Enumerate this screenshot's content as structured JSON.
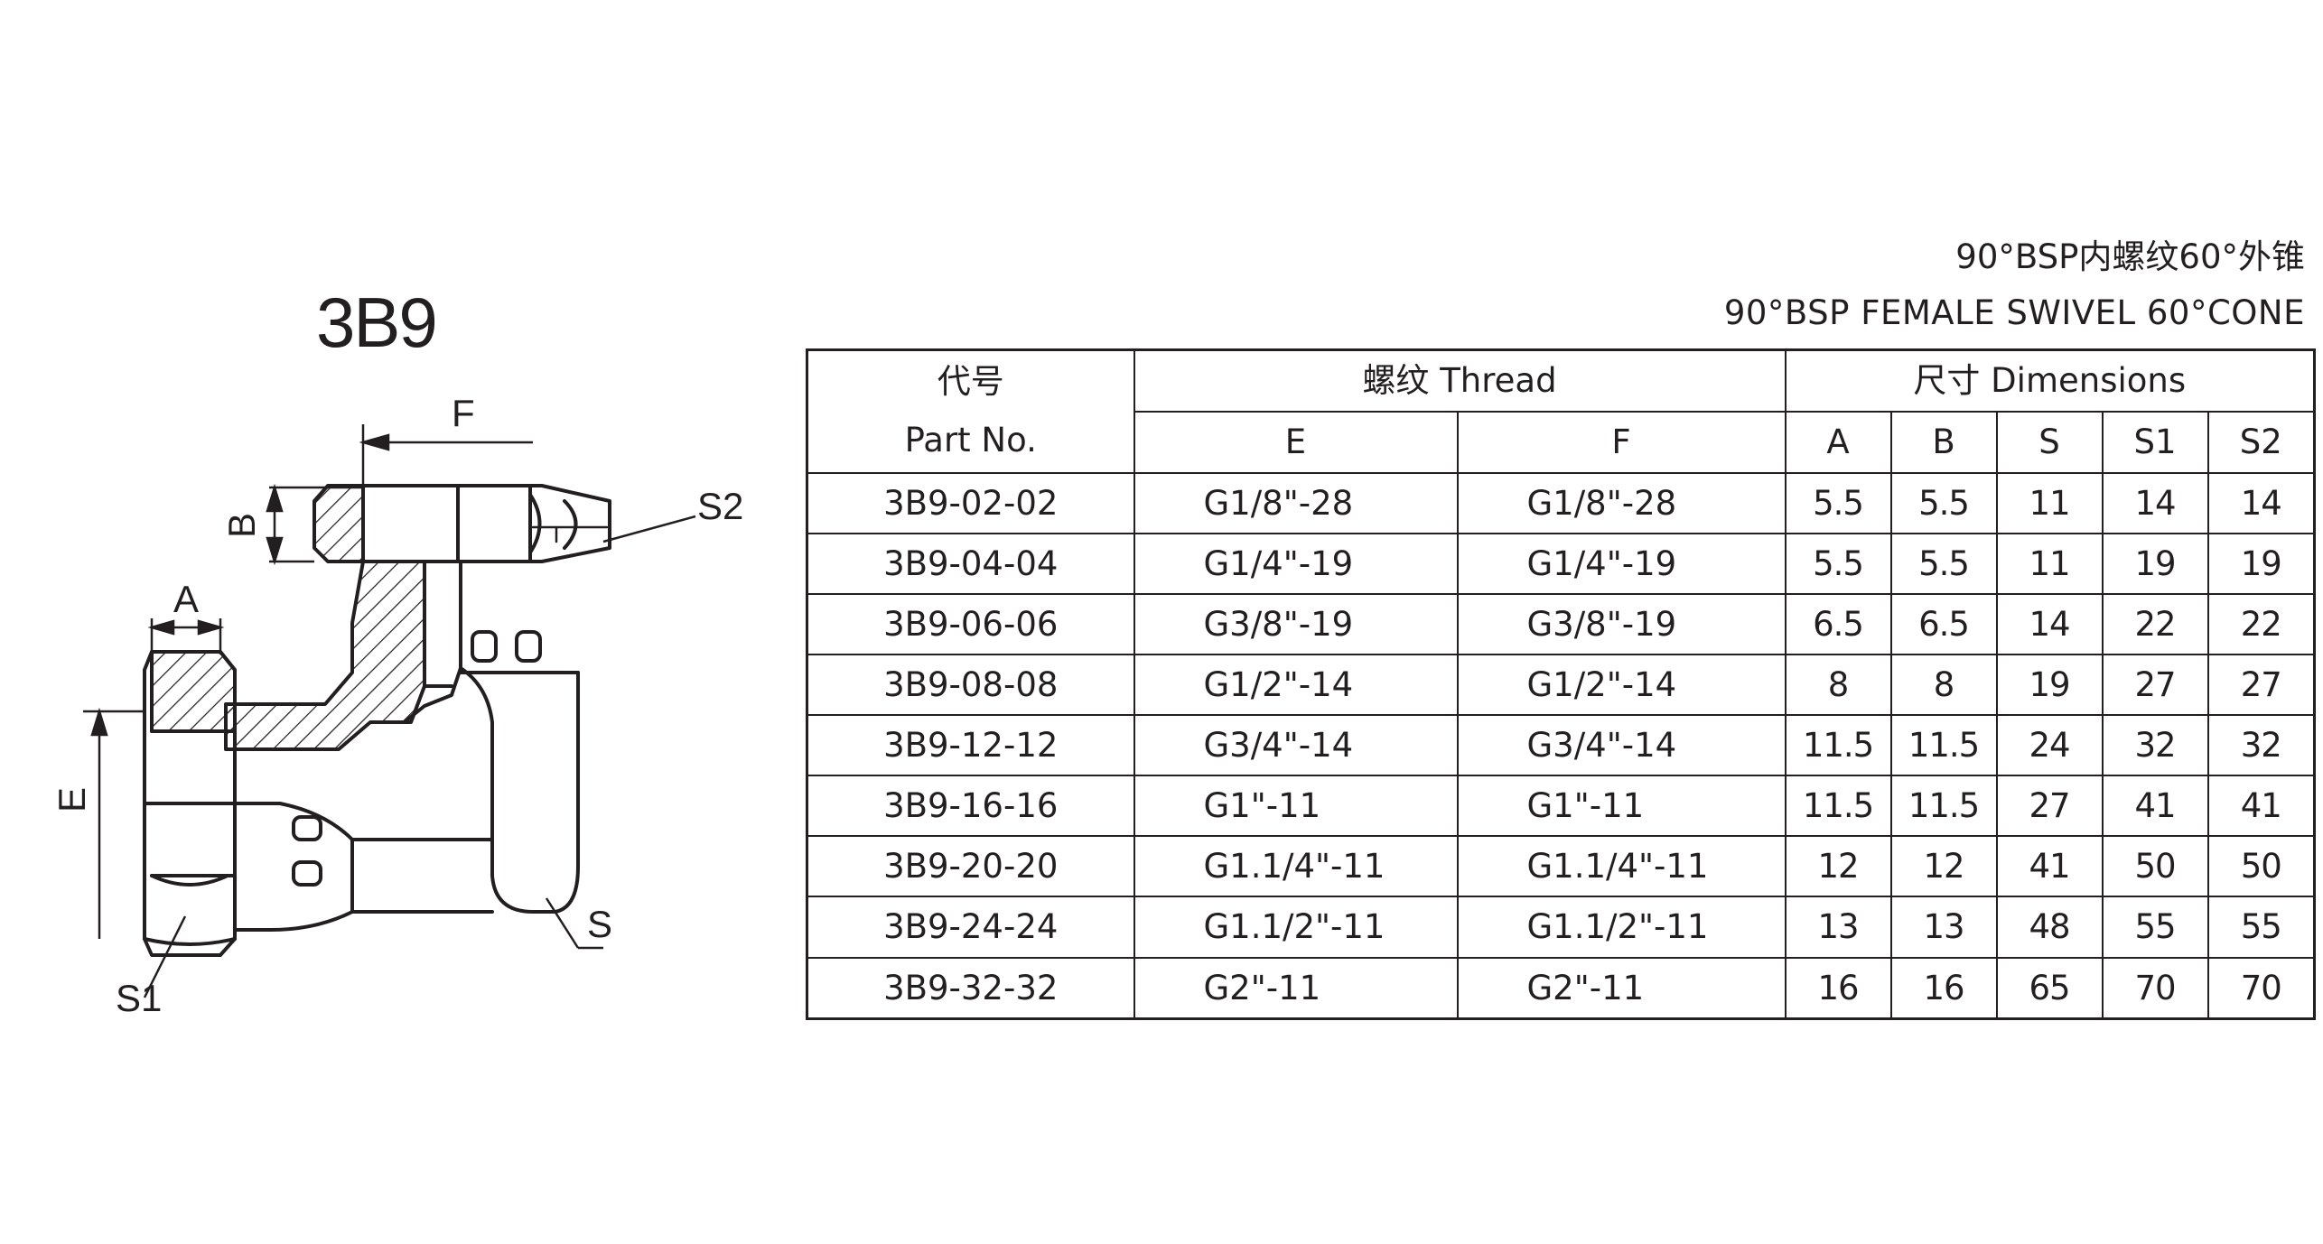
{
  "model": "3B9",
  "title_cn": "90°BSP内螺纹60°外锥",
  "title_en": "90°BSP FEMALE SWIVEL 60°CONE",
  "drawing_labels": {
    "F": "F",
    "B": "B",
    "S2": "S2",
    "A": "A",
    "E": "E",
    "S": "S",
    "S1": "S1"
  },
  "table": {
    "part_header_cn": "代号",
    "part_header_en": "Part No.",
    "thread_header": "螺纹 Thread",
    "dimensions_header": "尺寸 Dimensions",
    "thread_cols": [
      "E",
      "F"
    ],
    "dim_cols": [
      "A",
      "B",
      "S",
      "S1",
      "S2"
    ],
    "rows": [
      [
        "3B9-02-02",
        "G1/8\"-28",
        "G1/8\"-28",
        "5.5",
        "5.5",
        "11",
        "14",
        "14"
      ],
      [
        "3B9-04-04",
        "G1/4\"-19",
        "G1/4\"-19",
        "5.5",
        "5.5",
        "11",
        "19",
        "19"
      ],
      [
        "3B9-06-06",
        "G3/8\"-19",
        "G3/8\"-19",
        "6.5",
        "6.5",
        "14",
        "22",
        "22"
      ],
      [
        "3B9-08-08",
        "G1/2\"-14",
        "G1/2\"-14",
        "8",
        "8",
        "19",
        "27",
        "27"
      ],
      [
        "3B9-12-12",
        "G3/4\"-14",
        "G3/4\"-14",
        "11.5",
        "11.5",
        "24",
        "32",
        "32"
      ],
      [
        "3B9-16-16",
        "G1\"-11",
        "G1\"-11",
        "11.5",
        "11.5",
        "27",
        "41",
        "41"
      ],
      [
        "3B9-20-20",
        "G1.1/4\"-11",
        "G1.1/4\"-11",
        "12",
        "12",
        "41",
        "50",
        "50"
      ],
      [
        "3B9-24-24",
        "G1.1/2\"-11",
        "G1.1/2\"-11",
        "13",
        "13",
        "48",
        "55",
        "55"
      ],
      [
        "3B9-32-32",
        "G2\"-11",
        "G2\"-11",
        "16",
        "16",
        "65",
        "70",
        "70"
      ]
    ]
  }
}
